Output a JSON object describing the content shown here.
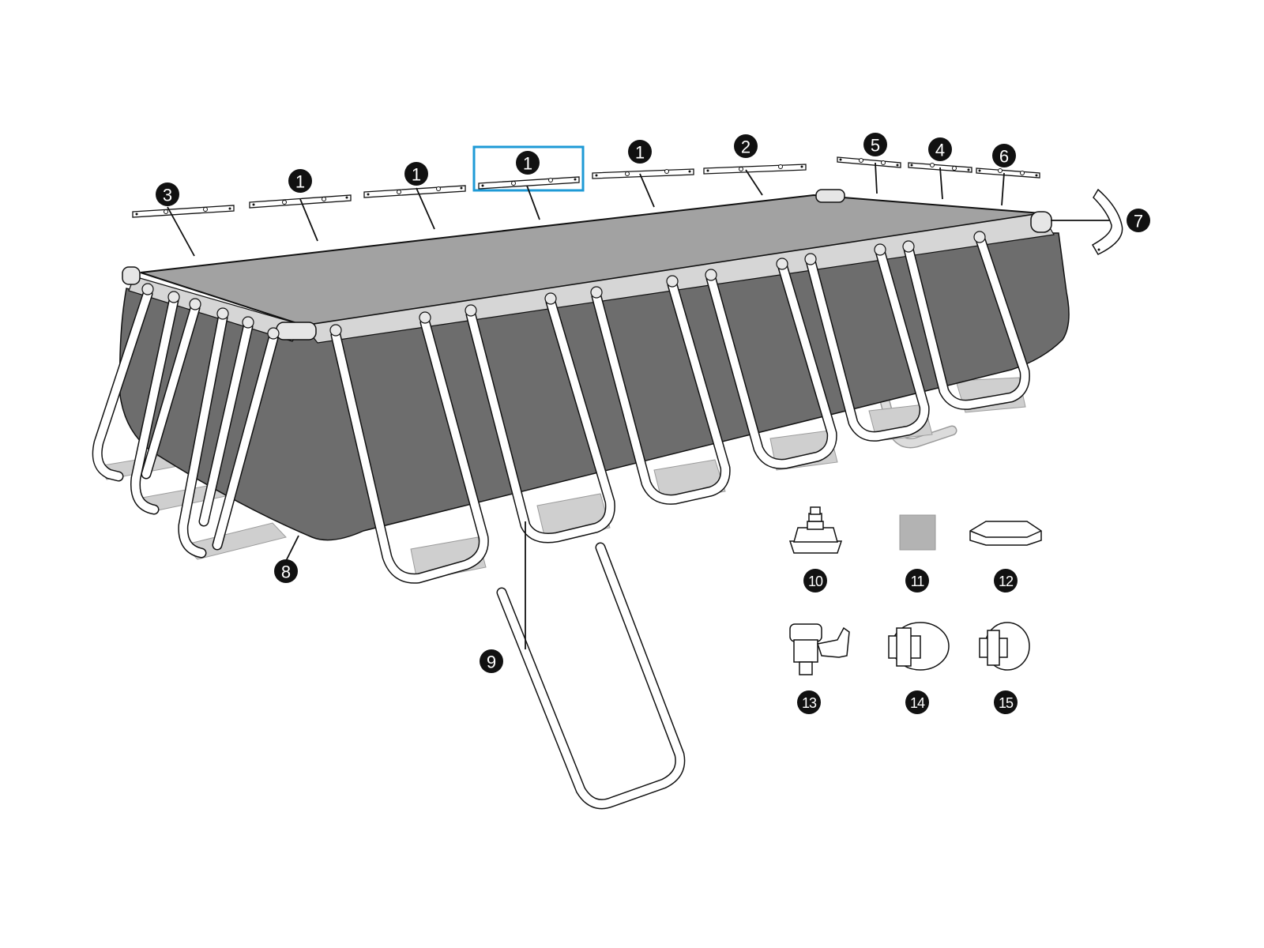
{
  "diagram": {
    "selected_part": "1",
    "colors": {
      "selection_highlight": "#1e9ad6",
      "pool_wall": "#6d6d6d",
      "pool_water": "#a2a2a2",
      "pool_rim": "#d6d6d6",
      "callout_fill": "#111111",
      "liner_sample": "#b3b3b3"
    },
    "callouts": {
      "c1a": "1",
      "c1b": "1",
      "c1sel": "1",
      "c1c": "1",
      "c2": "2",
      "c3": "3",
      "c4": "4",
      "c5": "5",
      "c6": "6",
      "c7": "7",
      "c8": "8",
      "c9": "9",
      "c10": "10",
      "c11": "11",
      "c12": "12",
      "c13": "13",
      "c14": "14",
      "c15": "15"
    },
    "parts": [
      {
        "number": "1",
        "icon": "horizontal-beam-icon"
      },
      {
        "number": "2",
        "icon": "horizontal-beam-icon"
      },
      {
        "number": "3",
        "icon": "horizontal-beam-icon"
      },
      {
        "number": "4",
        "icon": "horizontal-beam-icon"
      },
      {
        "number": "5",
        "icon": "horizontal-beam-icon"
      },
      {
        "number": "6",
        "icon": "horizontal-beam-icon"
      },
      {
        "number": "7",
        "icon": "corner-joint-icon"
      },
      {
        "number": "8",
        "icon": "pool-liner-icon"
      },
      {
        "number": "9",
        "icon": "u-shaped-leg-icon"
      },
      {
        "number": "10",
        "icon": "drain-plug-icon"
      },
      {
        "number": "11",
        "icon": "repair-patch-icon"
      },
      {
        "number": "12",
        "icon": "leg-cap-icon"
      },
      {
        "number": "13",
        "icon": "plunger-valve-icon"
      },
      {
        "number": "14",
        "icon": "inlet-strainer-icon"
      },
      {
        "number": "15",
        "icon": "outlet-strainer-icon"
      }
    ]
  }
}
